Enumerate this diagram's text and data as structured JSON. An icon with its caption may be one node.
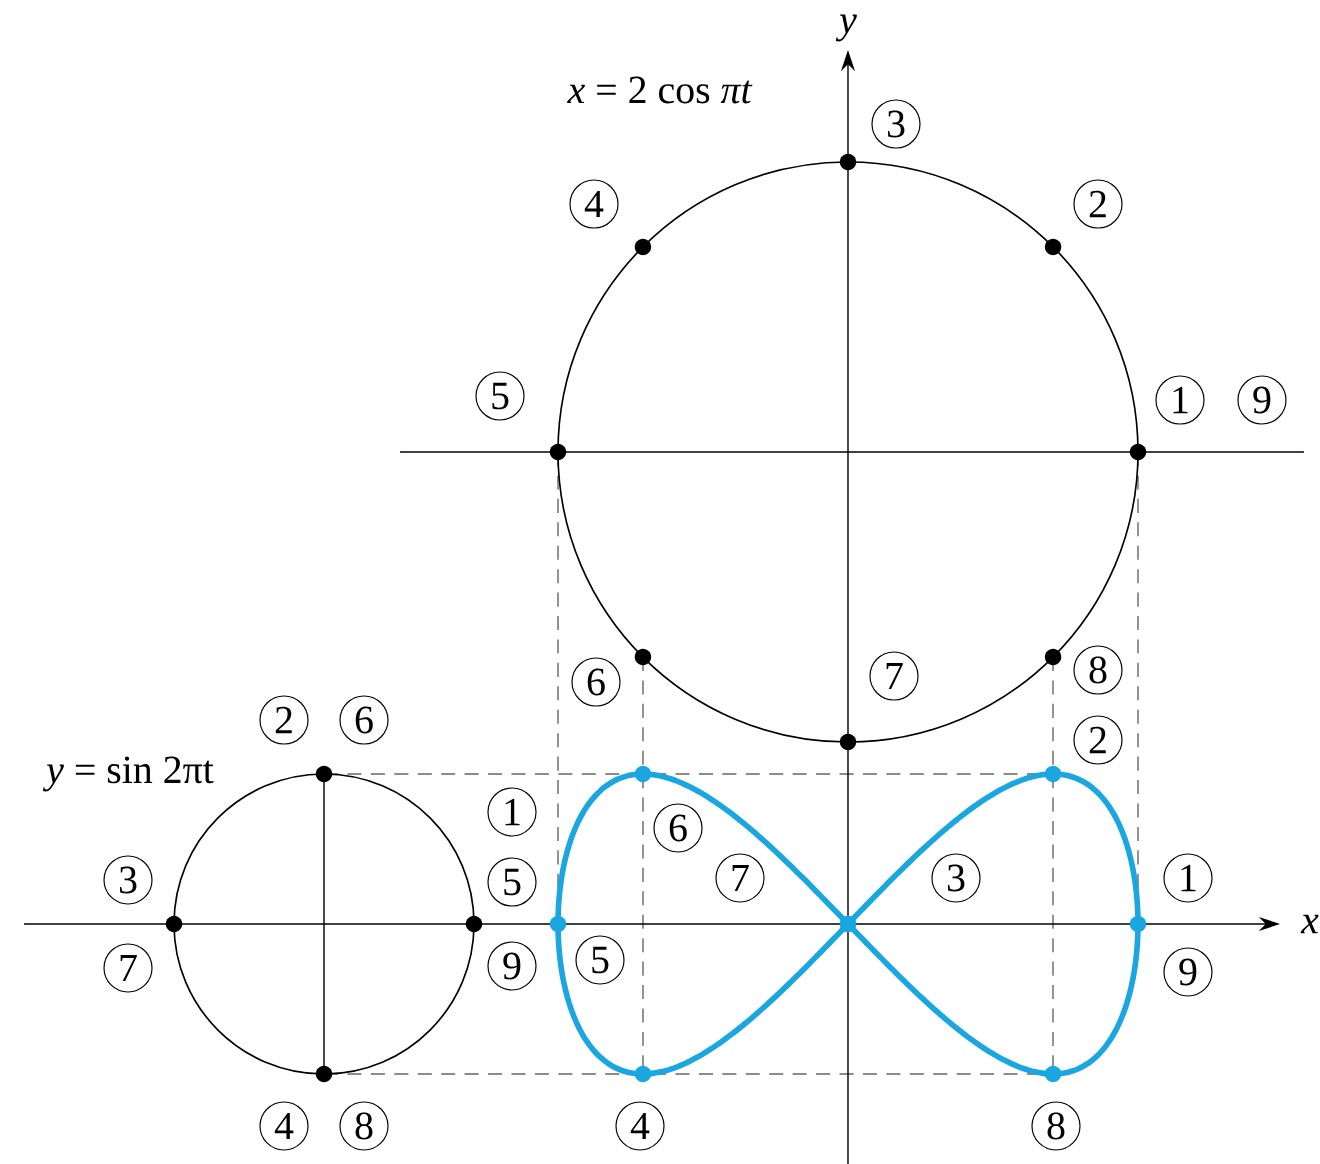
{
  "diagram": {
    "labels": [
      "y",
      "*x* = 2 cos *πt*",
      "3",
      "4",
      "2",
      "5",
      "1",
      "9",
      "6",
      "7",
      "8",
      "2",
      "6",
      "2",
      "*y* = sin 2πt",
      "1",
      "6",
      "3",
      "5",
      "7",
      "3",
      "1",
      "x",
      "7",
      "9",
      "5",
      "9",
      "4",
      "8",
      "4",
      "8"
    ]
  }
}
